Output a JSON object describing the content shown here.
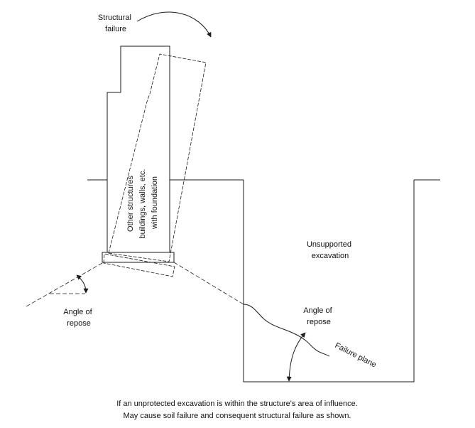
{
  "labels": {
    "structural_failure": [
      "Structural",
      "failure"
    ],
    "structure": [
      "Other structures",
      "buildings, walls, etc.",
      "with foundation"
    ],
    "excavation": [
      "Unsupported",
      "excavation"
    ],
    "angle_left": [
      "Angle of",
      "repose"
    ],
    "angle_right": [
      "Angle of",
      "repose"
    ],
    "failure_plane": "Failure plane"
  },
  "caption": {
    "line1": "If an unprotected excavation is within the structure's area of influence.",
    "line2": "May cause soil failure and consequent structural failure as shown."
  },
  "colors": {
    "line": "#1a1a1a",
    "text": "#111111",
    "background": "#ffffff"
  }
}
